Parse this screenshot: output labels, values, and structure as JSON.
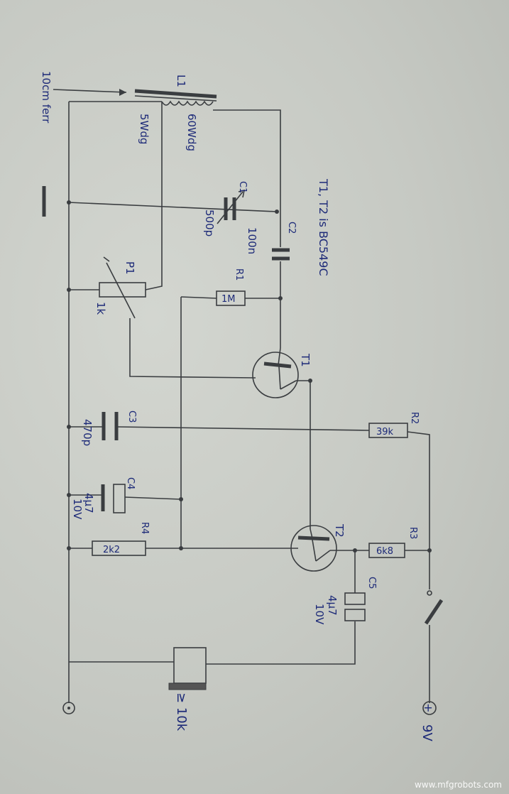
{
  "labels": {
    "l1": "L1",
    "ferrite": "10cm ferr",
    "turns_a": "5Wdg",
    "turns_b": "60Wdg",
    "c1": "C1",
    "c1_val": "500p",
    "c2": "C2",
    "c2_val": "100n",
    "note": "T1, T2 is BC549C",
    "p1": "P1",
    "p1_val": "1k",
    "r1": "R1",
    "r1_val": "1M",
    "t1": "T1",
    "c3": "C3",
    "c3_val": "470p",
    "r2": "R2",
    "r2_val": "39k",
    "c4": "C4",
    "c4_val1": "4μ7",
    "c4_val2": "10V",
    "r4": "R4",
    "r4_val": "2k2",
    "t2": "T2",
    "r3": "R3",
    "r3_val": "6k8",
    "c5": "C5",
    "c5_val1": "4μ7",
    "c5_val2": "10V",
    "phones": "≥ 10k",
    "supply": "9V",
    "plus": "+",
    "minus": "o"
  },
  "watermark": "www.mfgrobots.com"
}
